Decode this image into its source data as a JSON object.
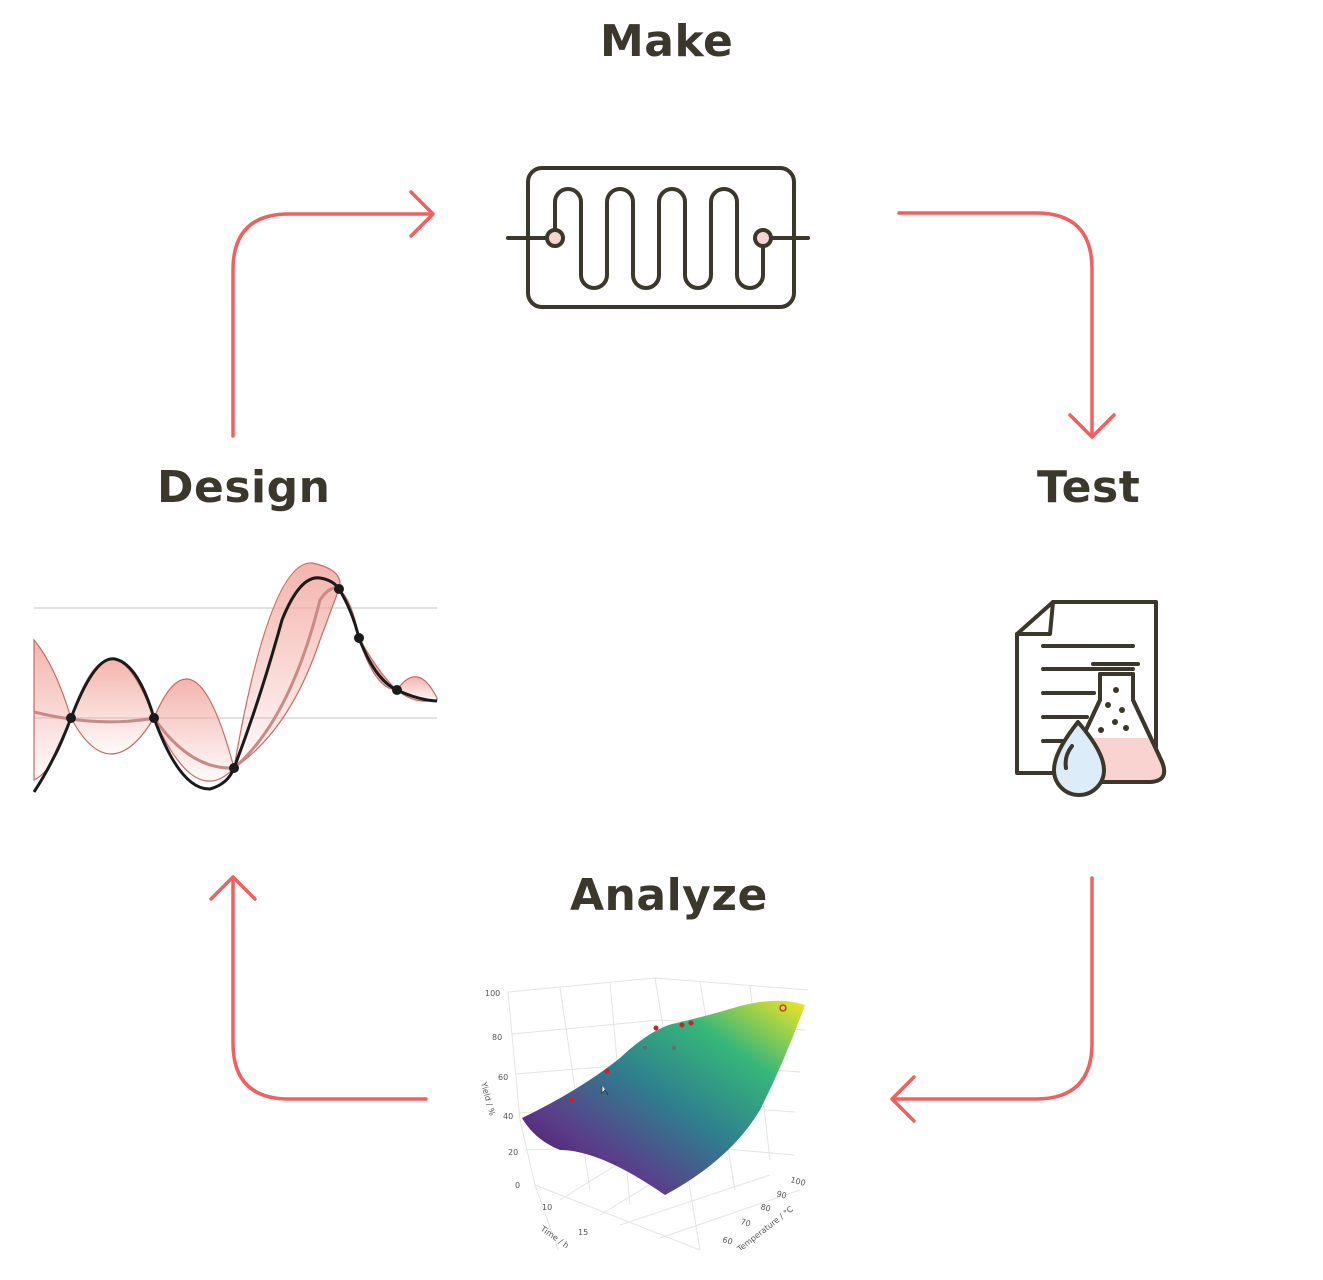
{
  "stages": {
    "make": "Make",
    "test": "Test",
    "analyze": "Analyze",
    "design": "Design"
  },
  "colors": {
    "arrow": "#f06060",
    "ink": "#3b372b",
    "pink_fill": "#f9d3d0",
    "drop_fill": "#dcecf8"
  },
  "icons": {
    "make": "flow-reactor-icon",
    "test": "lab-report-flask-icon",
    "analyze": "3d-surface-plot-icon",
    "design": "gaussian-process-plot-icon"
  },
  "surface_plot": {
    "z_ticks": [
      "100",
      "80",
      "60",
      "40",
      "20",
      "0"
    ],
    "z_label": "Yield / %",
    "x_ticks": [
      "10",
      "15"
    ],
    "x_label": "Time / h",
    "y_ticks": [
      "100",
      "90",
      "80",
      "70",
      "60"
    ],
    "y_label": "Temperature / °C"
  }
}
